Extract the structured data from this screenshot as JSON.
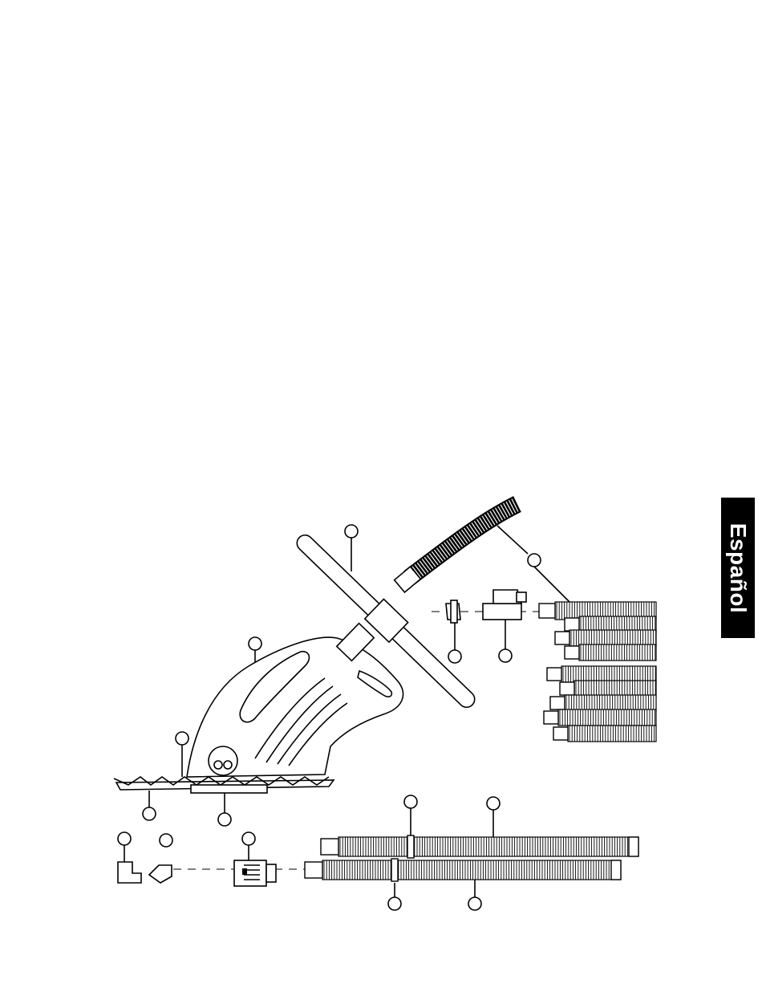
{
  "page": {
    "language_tab": "Español"
  },
  "diagram": {
    "icons": [
      "vacuum-cleaner-body",
      "bumper-ring",
      "flexible-hose",
      "hose-section",
      "regulator-valve",
      "cone-adapter",
      "elbow-fitting",
      "angled-fitting",
      "weir-adapter",
      "footpad",
      "skirt"
    ],
    "callout_count": 15
  }
}
